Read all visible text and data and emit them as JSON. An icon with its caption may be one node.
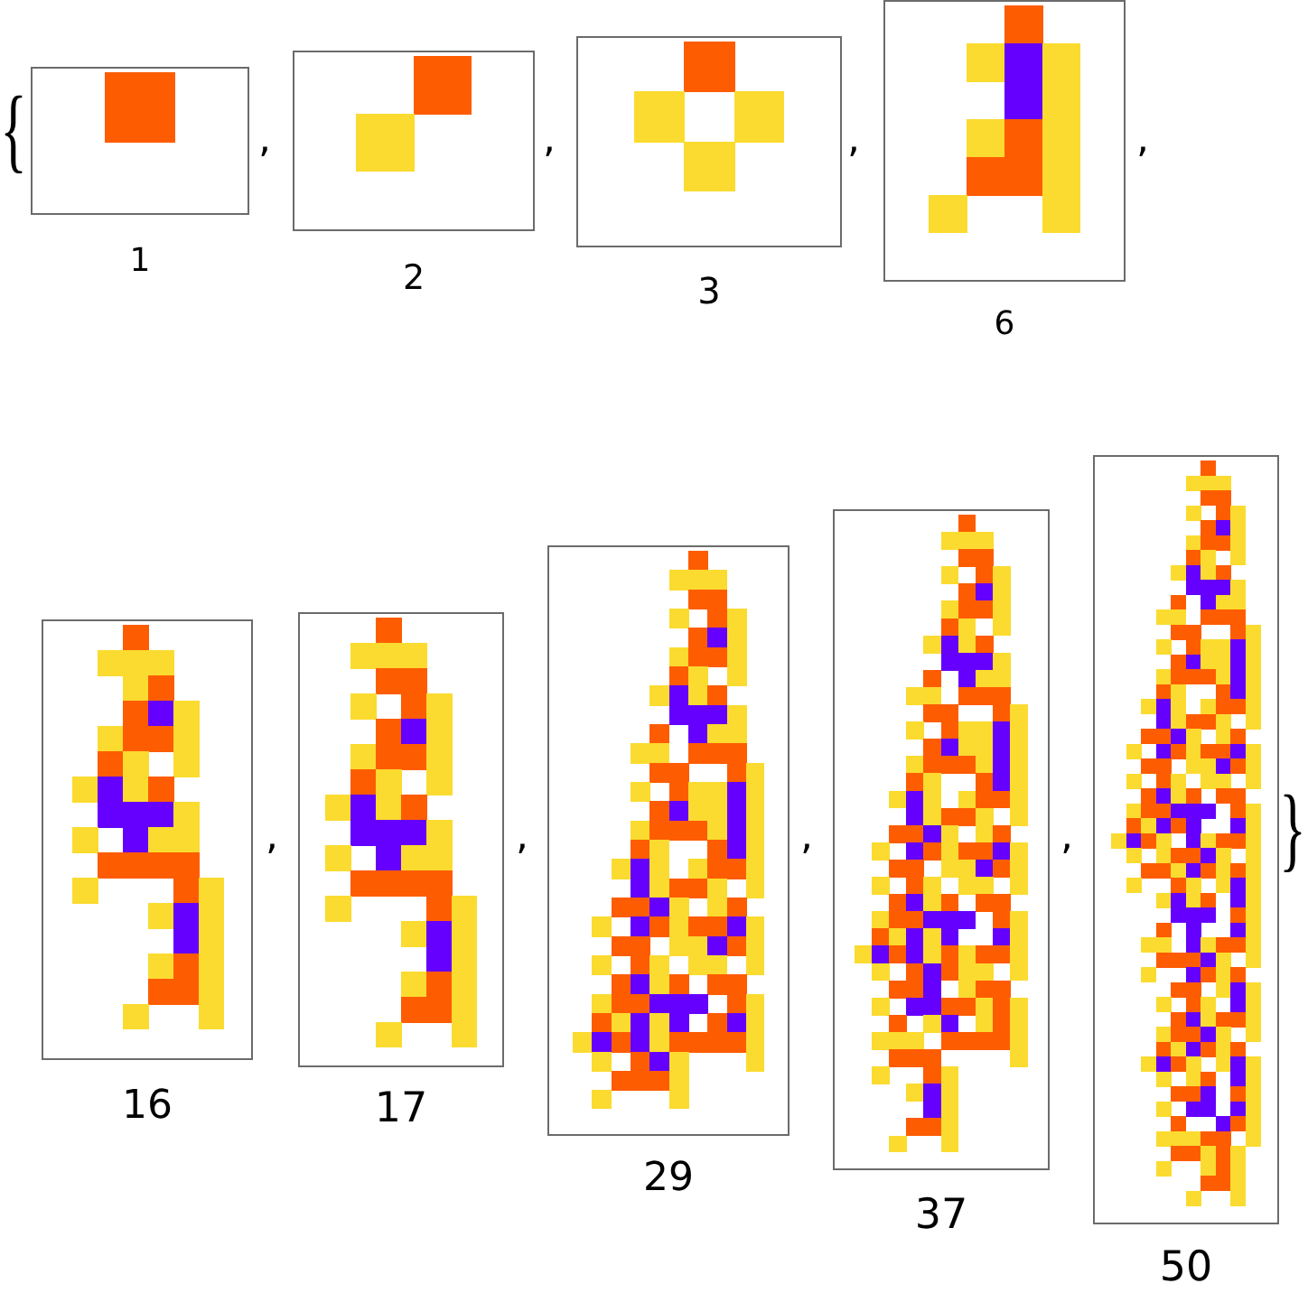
{
  "diagram": {
    "nodes": [
      {
        "text": [],
        "shape": "picture",
        "beside": [
          "1"
        ]
      },
      {
        "text": [],
        "shape": "picture",
        "beside": [
          "2"
        ]
      },
      {
        "text": [],
        "shape": "picture",
        "beside": [
          "3"
        ]
      },
      {
        "text": [],
        "shape": "picture",
        "beside": [
          "6"
        ]
      },
      {
        "text": [],
        "shape": "picture",
        "beside": [
          "16"
        ]
      },
      {
        "text": [],
        "shape": "picture",
        "beside": [
          "17"
        ]
      },
      {
        "text": [],
        "shape": "picture",
        "beside": [
          "29"
        ]
      },
      {
        "text": [],
        "shape": "picture",
        "beside": [
          "37"
        ]
      },
      {
        "text": [],
        "shape": "picture",
        "beside": [
          "50"
        ]
      }
    ],
    "labels": [
      "{",
      ",",
      ",",
      ",",
      ",",
      ",",
      ",",
      ",",
      ",",
      "}"
    ]
  }
}
